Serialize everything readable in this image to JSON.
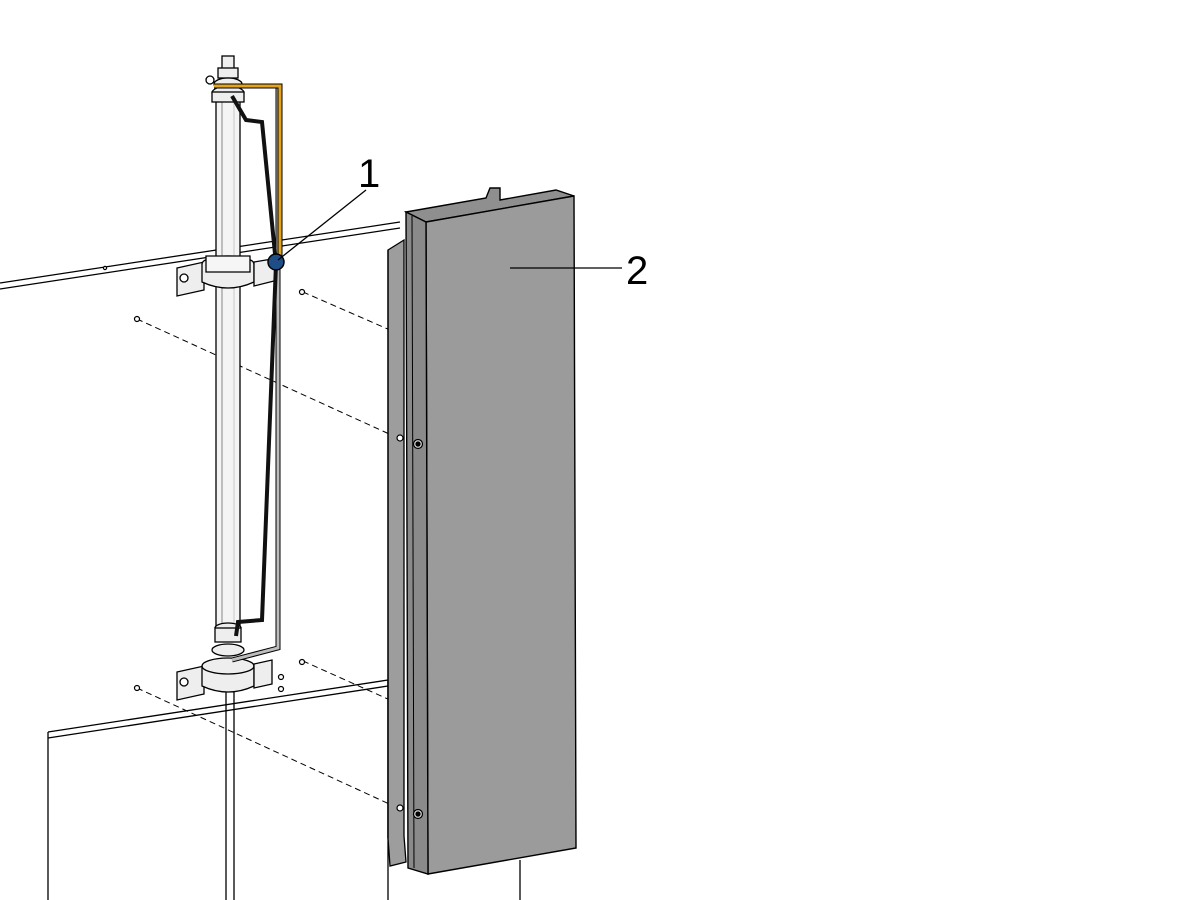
{
  "diagram": {
    "callouts": [
      {
        "id": "1",
        "label": "1"
      },
      {
        "id": "2",
        "label": "2"
      }
    ],
    "colors": {
      "line": "#000000",
      "background": "#ffffff",
      "cover_fill": "#9b9b9b",
      "cover_side": "#8a8a8a",
      "pipe_fill": "#f2f2f2",
      "wire_yellow": "#e3a51c",
      "wire_black": "#111111",
      "marker_blue": "#1f4e86"
    }
  }
}
